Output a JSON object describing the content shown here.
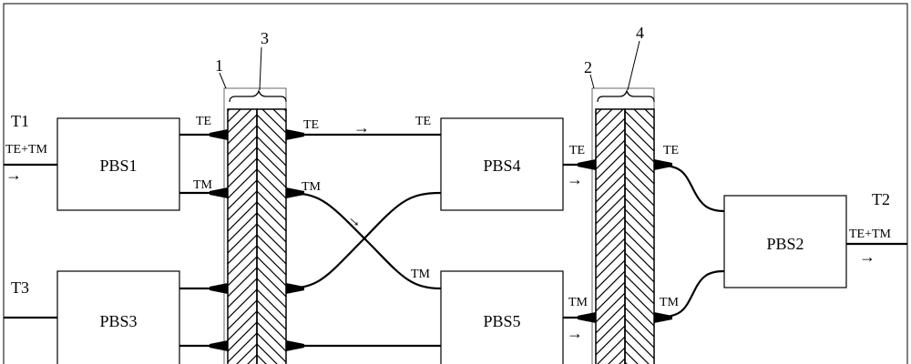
{
  "terminals": {
    "t1": "T1",
    "t2": "T2",
    "t3": "T3"
  },
  "blocks": {
    "pbs1": "PBS1",
    "pbs2": "PBS2",
    "pbs3": "PBS3",
    "pbs4": "PBS4",
    "pbs5": "PBS5"
  },
  "signals": {
    "te": "TE",
    "tm": "TM",
    "te_tm": "TE+TM"
  },
  "callouts": {
    "c1": "1",
    "c2": "2",
    "c3": "3",
    "c4": "4"
  },
  "arrow_glyph": "→"
}
